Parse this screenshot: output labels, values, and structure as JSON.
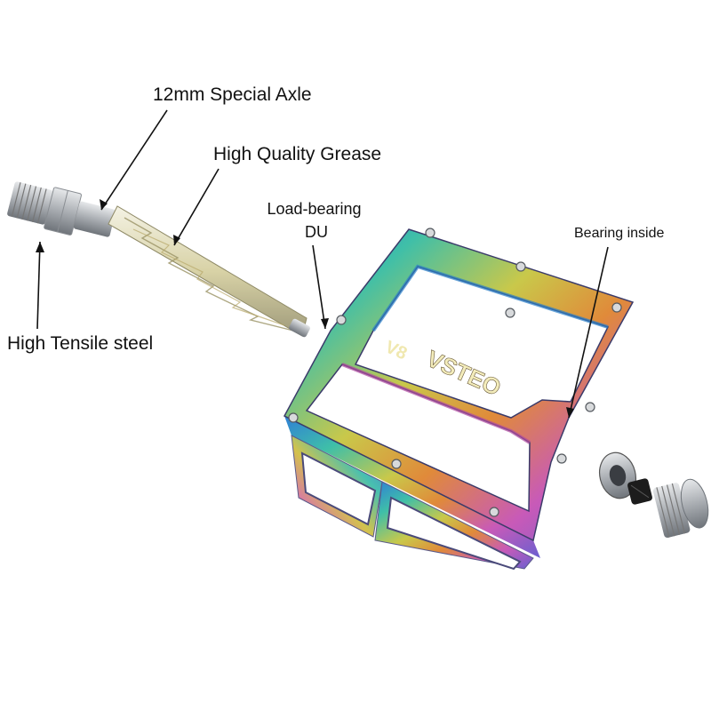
{
  "brand": "VSTEO",
  "brand_mark": "V8",
  "callouts": {
    "axle": "12mm Special Axle",
    "grease": "High Quality Grease",
    "du": "Load-bearing\nDU",
    "bearing": "Bearing inside",
    "steel": "High Tensile steel"
  },
  "colors": {
    "background": "#ffffff",
    "text": "#111111",
    "steel": "#b9bcc0",
    "oilslick": [
      "#2f7fd6",
      "#3fbfa8",
      "#c9c84a",
      "#e08a3a",
      "#c85ab8",
      "#6a5fd0"
    ]
  }
}
